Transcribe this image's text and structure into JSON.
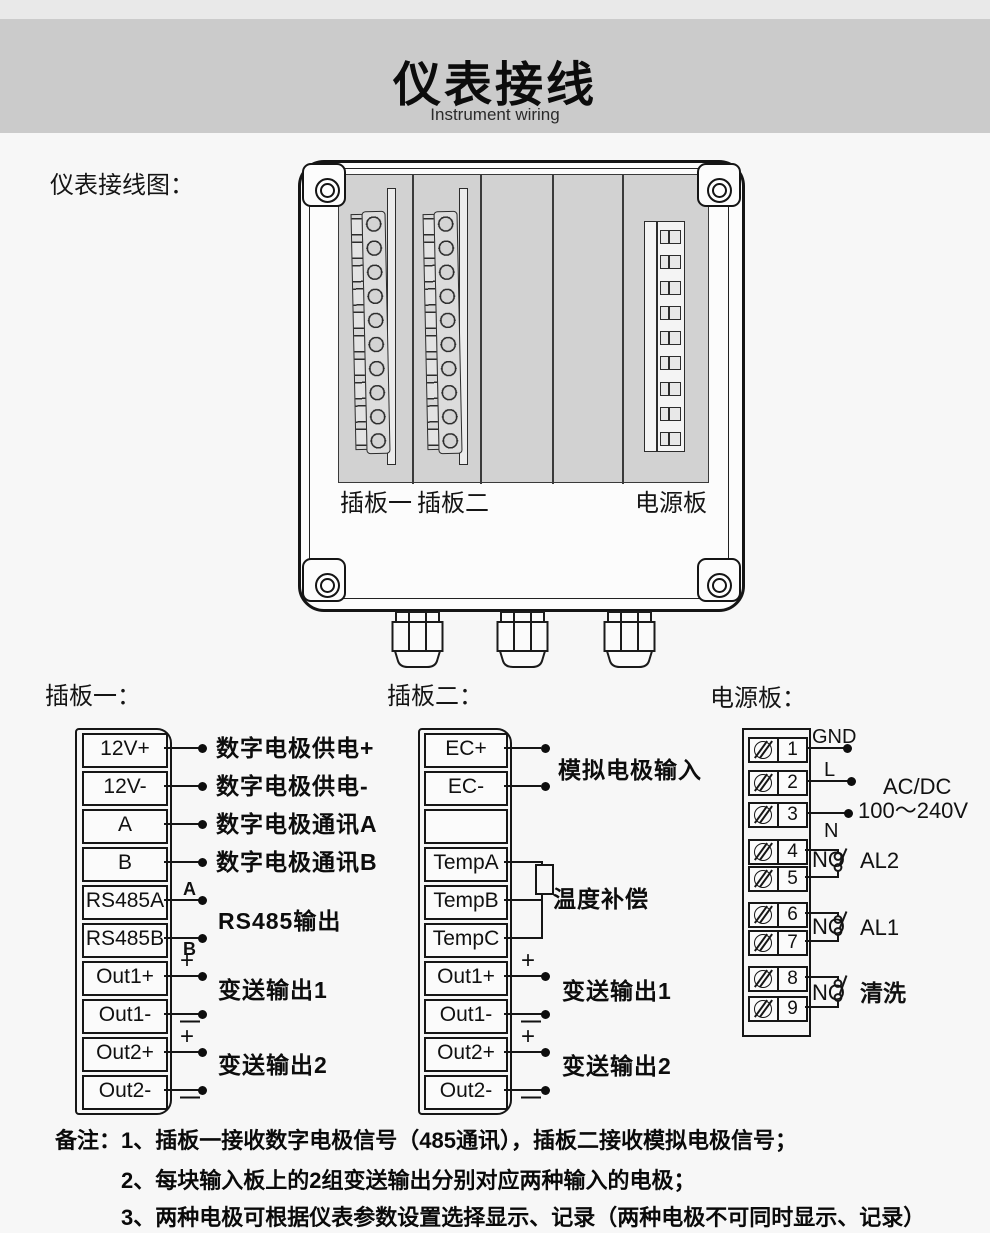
{
  "header": {
    "title": "仪表接线",
    "subtitle": "Instrument wiring"
  },
  "caption": "仪表接线图：",
  "enclosure": {
    "slot1_label": "插板一",
    "slot2_label": "插板二",
    "power_label": "电源板"
  },
  "board1": {
    "title": "插板一：",
    "terminals": [
      "12V+",
      "12V-",
      "A",
      "B",
      "RS485A",
      "RS485B",
      "Out1+",
      "Out1-",
      "Out2+",
      "Out2-"
    ],
    "labels": {
      "supply_plus": "数字电极供电+",
      "supply_minus": "数字电极供电-",
      "comm_a": "数字电极通讯A",
      "comm_b": "数字电极通讯B",
      "rs485": "RS485输出",
      "out1": "变送输出1",
      "out2": "变送输出2"
    }
  },
  "board2": {
    "title": "插板二：",
    "terminals": [
      "EC+",
      "EC-",
      "",
      "TempA",
      "TempB",
      "TempC",
      "Out1+",
      "Out1-",
      "Out2+",
      "Out2-"
    ],
    "labels": {
      "analog_input": "模拟电极输入",
      "temp_comp": "温度补偿",
      "out1": "变送输出1",
      "out2": "变送输出2"
    }
  },
  "power": {
    "title": "电源板：",
    "terminals": [
      "1",
      "2",
      "3",
      "4",
      "5",
      "6",
      "7",
      "8",
      "9"
    ],
    "labels": {
      "gnd": "GND",
      "live": "L",
      "neutral": "N",
      "acdc": "AC/DC",
      "voltage": "100～240V"
    },
    "relays": [
      {
        "contact": "NO",
        "name": "AL2"
      },
      {
        "contact": "NO",
        "name": "AL1"
      },
      {
        "contact": "NO",
        "name": "清洗"
      }
    ]
  },
  "marks": {
    "plus": "+",
    "minus": "—",
    "a": "A",
    "b": "B"
  },
  "notes": {
    "prefix": "备注：",
    "items": [
      "1、插板一接收数字电极信号（485通讯），插板二接收模拟电极信号；",
      "2、每块输入板上的2组变送输出分别对应两种输入的电极；",
      "3、两种电极可根据仪表参数设置选择显示、记录（两种电极不可同时显示、记录）"
    ]
  }
}
